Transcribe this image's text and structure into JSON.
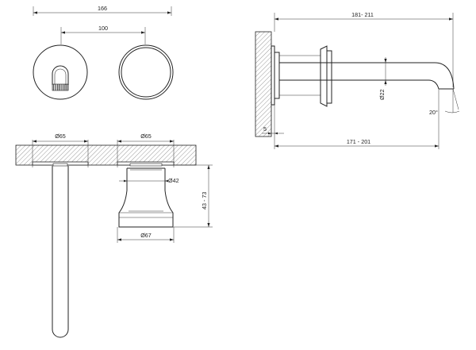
{
  "dimensions": {
    "width_total": "166",
    "handle_spacing": "100",
    "depth_max": "181- 211",
    "spout_diameter": "Ø22",
    "plate_thickness": "5",
    "depth_spout": "171 - 201",
    "angle": "20°",
    "plate_diameter_left": "Ø65",
    "plate_diameter_right": "Ø65",
    "body_diameter": "Ø42",
    "projection": "43 - 73",
    "base_diameter": "Ø67"
  }
}
